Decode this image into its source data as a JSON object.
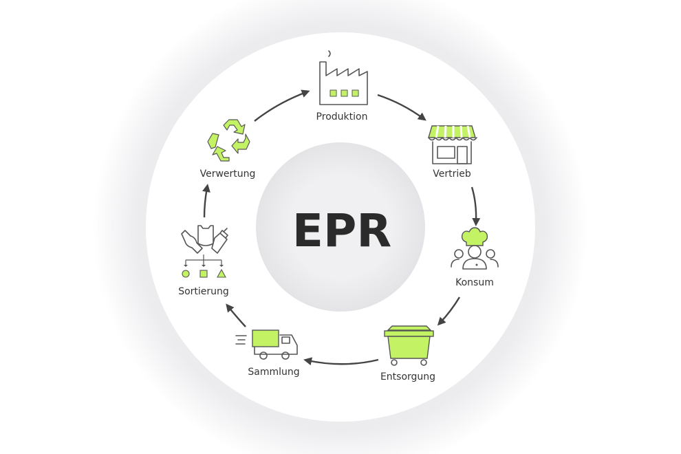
{
  "center": {
    "title": "EPR"
  },
  "stages": [
    {
      "label": "Produktion",
      "icon": "factory-icon"
    },
    {
      "label": "Vertrieb",
      "icon": "shop-icon"
    },
    {
      "label": "Konsum",
      "icon": "consumers-icon"
    },
    {
      "label": "Entsorgung",
      "icon": "waste-container-icon"
    },
    {
      "label": "Sammlung",
      "icon": "truck-icon"
    },
    {
      "label": "Sortierung",
      "icon": "sorting-icon"
    },
    {
      "label": "Verwertung",
      "icon": "recycle-icon"
    }
  ],
  "colors": {
    "accent": "#c3f264",
    "text": "#2b2b2b",
    "arrow": "#444444"
  }
}
